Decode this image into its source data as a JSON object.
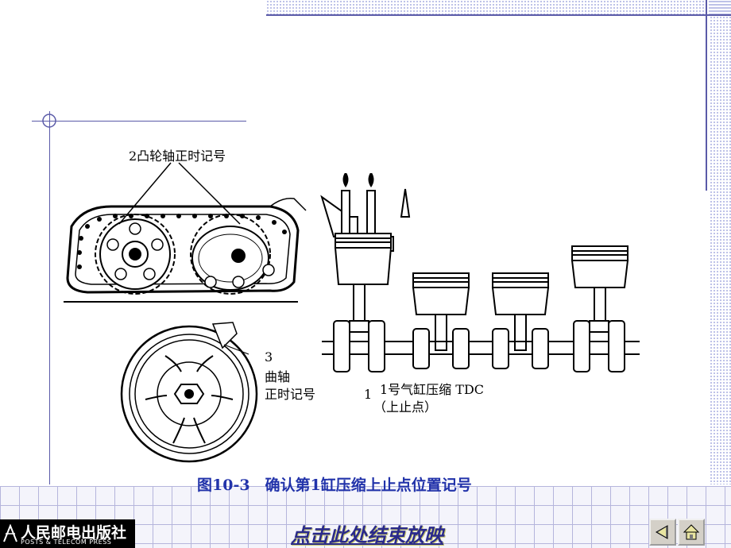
{
  "diagram": {
    "camshaft_label": "2凸轮轴正时记号",
    "crank_label_num": "3",
    "crank_label_line1": "曲轴",
    "crank_label_line2": "正时记号",
    "tdc_prefix": "1",
    "tdc_line1": "1号气缸压缩 TDC",
    "tdc_line2": "（上止点）"
  },
  "caption": "图10-3　确认第1缸压缩上止点位置记号",
  "publisher": {
    "name_cn": "人民邮电出版社",
    "name_en": "POSTS & TELECOM PRESS"
  },
  "nav": {
    "end_show": "点击此处结束放映",
    "prev_icon": "triangle-left-icon",
    "home_icon": "home-icon"
  }
}
